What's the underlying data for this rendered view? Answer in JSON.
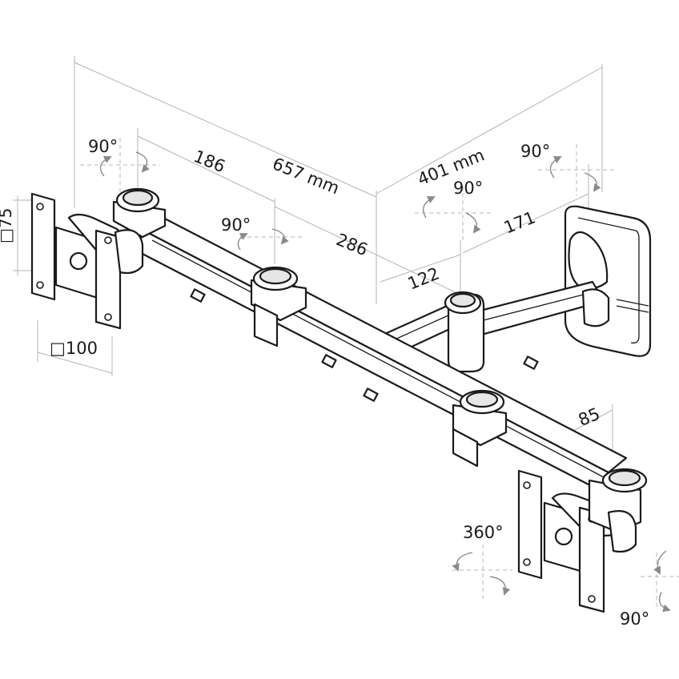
{
  "labels": {
    "rot_top_left": "90°",
    "dim_186": "186",
    "dim_657": "657 mm",
    "dim_401": "401 mm",
    "rot_top_right": "90°",
    "rot_mid_right": "90°",
    "dim_171": "171",
    "rot_mid": "90°",
    "dim_286": "286",
    "dim_122": "122",
    "vesa_75": "□75",
    "vesa_100": "□100",
    "dim_85": "85",
    "rot_360": "360°",
    "rot_bottom_right": "90°"
  },
  "colors": {
    "line": "#1a1a1a",
    "dimension": "#b4b4b4",
    "rotation_arrow": "#8a8a8a",
    "background": "#ffffff"
  }
}
